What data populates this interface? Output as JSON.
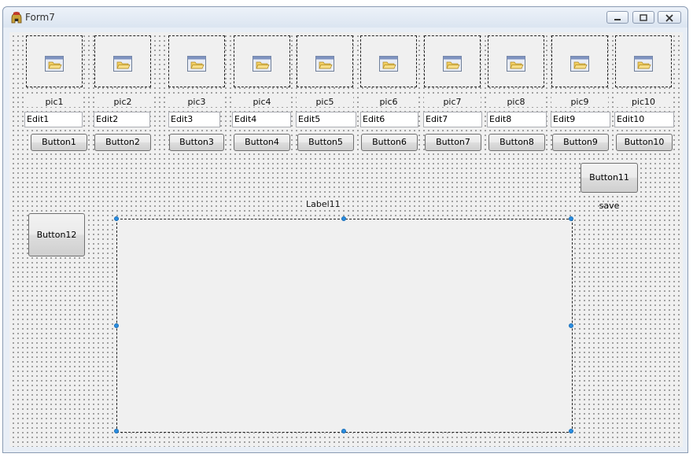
{
  "window": {
    "title": "Form7"
  },
  "pics": [
    {
      "label": "pic1"
    },
    {
      "label": "pic2"
    },
    {
      "label": "pic3"
    },
    {
      "label": "pic4"
    },
    {
      "label": "pic5"
    },
    {
      "label": "pic6"
    },
    {
      "label": "pic7"
    },
    {
      "label": "pic8"
    },
    {
      "label": "pic9"
    },
    {
      "label": "pic10"
    }
  ],
  "edits": [
    {
      "value": "Edit1"
    },
    {
      "value": "Edit2"
    },
    {
      "value": "Edit3"
    },
    {
      "value": "Edit4"
    },
    {
      "value": "Edit5"
    },
    {
      "value": "Edit6"
    },
    {
      "value": "Edit7"
    },
    {
      "value": "Edit8"
    },
    {
      "value": "Edit9"
    },
    {
      "value": "Edit10"
    }
  ],
  "buttons": [
    {
      "label": "Button1"
    },
    {
      "label": "Button2"
    },
    {
      "label": "Button3"
    },
    {
      "label": "Button4"
    },
    {
      "label": "Button5"
    },
    {
      "label": "Button6"
    },
    {
      "label": "Button7"
    },
    {
      "label": "Button8"
    },
    {
      "label": "Button9"
    },
    {
      "label": "Button10"
    }
  ],
  "button11": {
    "label": "Button11 save"
  },
  "button12": {
    "label": "Button12"
  },
  "label11": {
    "text": "Label11"
  },
  "icons": {
    "app": "spartan-helmet-icon",
    "picture": "folder-picture-icon",
    "minimize": "minimize-icon",
    "maximize": "maximize-icon",
    "close": "close-icon"
  }
}
